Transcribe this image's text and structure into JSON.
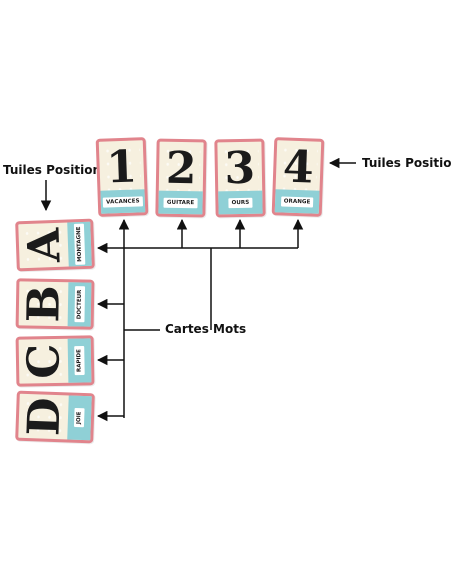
{
  "labels": {
    "tuiles_left": "Tuiles Position",
    "tuiles_right": "Tuiles Position",
    "cartes": "Cartes Mots"
  },
  "column_cards": [
    {
      "glyph": "1",
      "word": "VACANCES"
    },
    {
      "glyph": "2",
      "word": "GUITARE"
    },
    {
      "glyph": "3",
      "word": "OURS"
    },
    {
      "glyph": "4",
      "word": "ORANGE"
    }
  ],
  "row_cards": [
    {
      "glyph": "A",
      "word": "MONTAGNE"
    },
    {
      "glyph": "B",
      "word": "DOCTEUR"
    },
    {
      "glyph": "C",
      "word": "RAPIDE"
    },
    {
      "glyph": "D",
      "word": "JOIE"
    }
  ],
  "colors": {
    "card_border": "#e1848c",
    "card_face": "#f6f0df",
    "word_strip": "#8fd0d6",
    "ink": "#111111"
  }
}
